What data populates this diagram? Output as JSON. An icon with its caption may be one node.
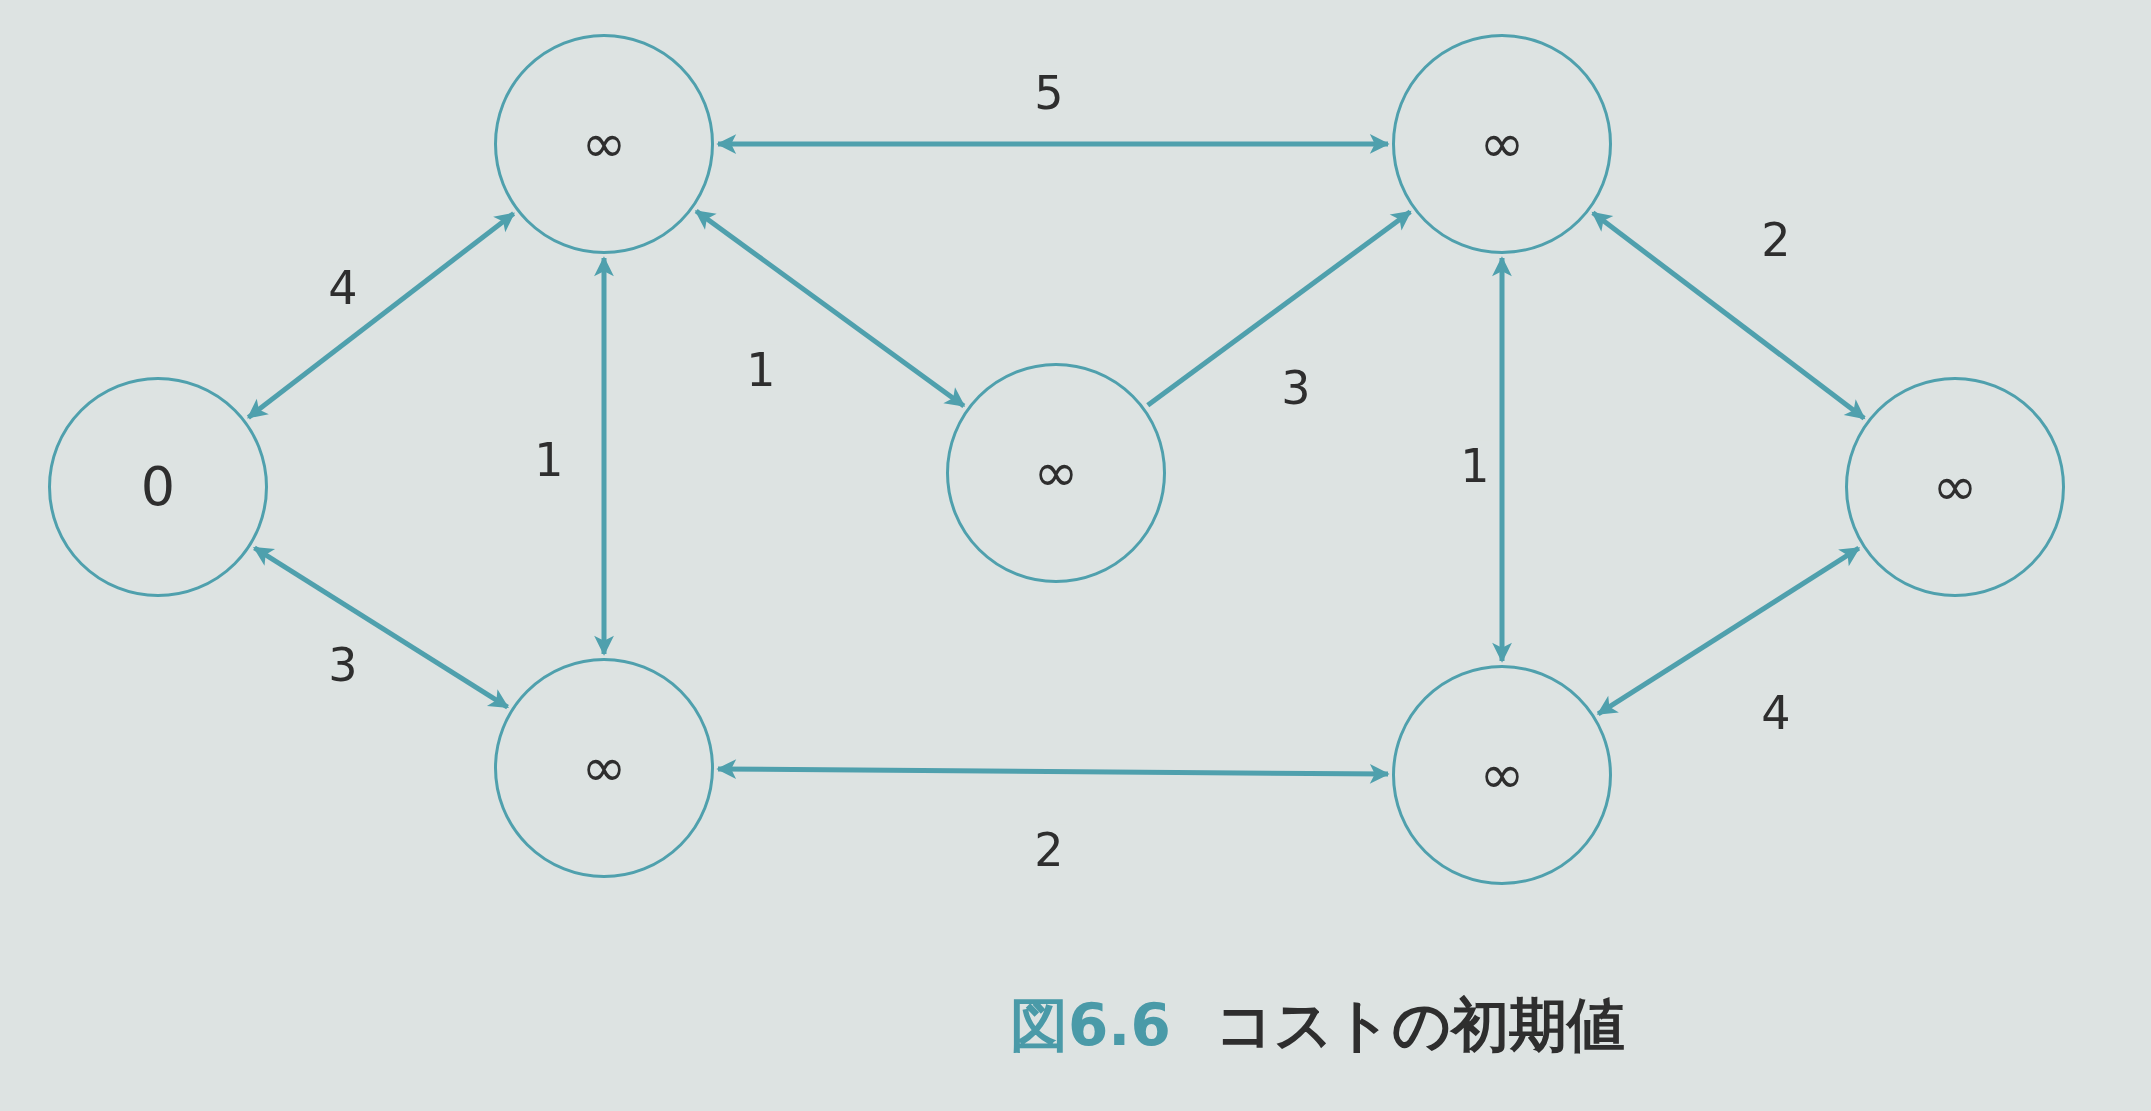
{
  "diagram": {
    "caption": "コストの初期値",
    "nodes": [
      {
        "text": [
          "0"
        ]
      },
      {
        "text": [
          "∞"
        ]
      },
      {
        "text": [
          "∞"
        ]
      },
      {
        "text": [
          "∞"
        ]
      },
      {
        "text": [
          "∞"
        ]
      },
      {
        "text": [
          "∞"
        ]
      },
      {
        "text": [
          "∞"
        ]
      }
    ],
    "edges": [
      {
        "from": 0,
        "to": 1,
        "arrow": "both",
        "label": "4"
      },
      {
        "from": 1,
        "to": 2,
        "arrow": "both",
        "label": "5"
      },
      {
        "from": 1,
        "to": 3,
        "arrow": "both",
        "label": "1"
      },
      {
        "from": 1,
        "to": 5,
        "arrow": "both",
        "label": "1"
      },
      {
        "from": 0,
        "to": 5,
        "arrow": "both",
        "label": "3"
      },
      {
        "from": 3,
        "to": 2,
        "arrow": "to",
        "label": "3"
      },
      {
        "from": 2,
        "to": 4,
        "arrow": "both",
        "label": "2"
      },
      {
        "from": 2,
        "to": 6,
        "arrow": "both",
        "label": "1"
      },
      {
        "from": 6,
        "to": 4,
        "arrow": "both",
        "label": "4"
      },
      {
        "from": 5,
        "to": 6,
        "arrow": "both",
        "label": "2"
      }
    ],
    "labels": [
      "図6.6"
    ]
  }
}
